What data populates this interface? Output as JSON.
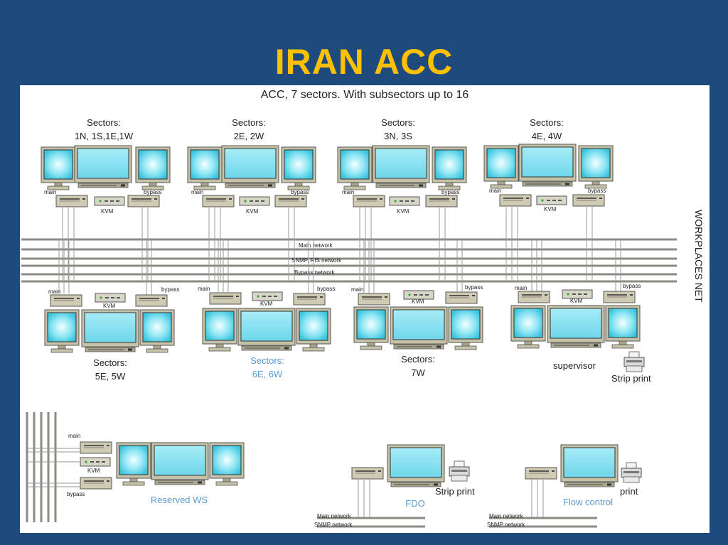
{
  "title": "IRAN ACC",
  "subtitle": "ACC, 7 sectors. With subsectors up to 16",
  "side_label": "WORKPLACES NET",
  "networks": [
    "Main network",
    "SNMP, RIS network",
    "Bypass network"
  ],
  "common": {
    "main": "main",
    "bypass": "bypass",
    "kvm": "KVM"
  },
  "top_groups": [
    {
      "sectors_label": "Sectors:",
      "sectors_list": "1N, 1S,1E,1W"
    },
    {
      "sectors_label": "Sectors:",
      "sectors_list": "2E, 2W"
    },
    {
      "sectors_label": "Sectors:",
      "sectors_list": "3N, 3S"
    },
    {
      "sectors_label": "Sectors:",
      "sectors_list": "4E, 4W"
    }
  ],
  "bottom_groups": [
    {
      "sectors_label": "Sectors:",
      "sectors_list": "5E, 5W"
    },
    {
      "sectors_label": "Sectors:",
      "sectors_list": "6E, 6W"
    },
    {
      "sectors_label": "Sectors:",
      "sectors_list": "7W"
    },
    {
      "label": "supervisor",
      "extra": "Strip print"
    }
  ],
  "reserved": {
    "label": "Reserved WS"
  },
  "fdo": {
    "label": "FDO",
    "printer": "Strip print",
    "net1": "Main network",
    "net2": "SNMP network"
  },
  "flow": {
    "label": "Flow control",
    "printer": "print",
    "net1": "Main network",
    "net2": "SNMP network"
  },
  "colors": {
    "background": "#1f4a7e",
    "title": "#ffc000",
    "screen": "#5fd3e8",
    "light_blue_label": "#5b9bd5"
  }
}
